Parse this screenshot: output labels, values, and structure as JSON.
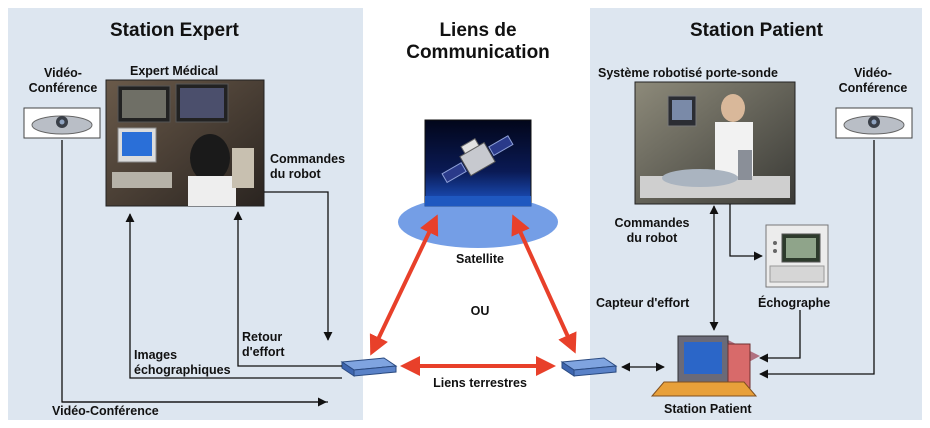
{
  "station_expert": {
    "title": "Station Expert",
    "videoconf_label_line1": "Vidéo-",
    "videoconf_label_line2": "Conférence",
    "expert_label": "Expert Médical",
    "commands_label_line1": "Commandes",
    "commands_label_line2": "du robot",
    "feedback_label_line1": "Retour",
    "feedback_label_line2": "d'effort",
    "images_label_line1": "Images",
    "images_label_line2": "échographiques",
    "videoconf_bottom": "Vidéo-Conférence"
  },
  "links": {
    "title_line1": "Liens de",
    "title_line2": "Communication",
    "satellite": "Satellite",
    "or": "OU",
    "terrestrial": "Liens terrestres"
  },
  "station_patient": {
    "title": "Station Patient",
    "robot_label": "Système robotisé porte-sonde",
    "videoconf_label_line1": "Vidéo-",
    "videoconf_label_line2": "Conférence",
    "commands_label_line1": "Commandes",
    "commands_label_line2": "du robot",
    "force_sensor": "Capteur d'effort",
    "echograph": "Échographe",
    "station_label": "Station Patient"
  },
  "colors": {
    "panel_bg": "#dde6f0",
    "link_arrow": "#e8402a",
    "line": "#111111"
  }
}
